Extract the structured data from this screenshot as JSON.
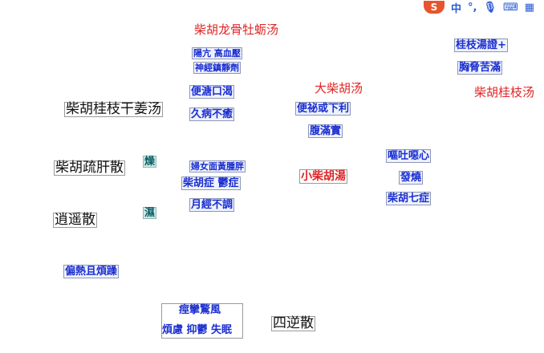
{
  "diagram": {
    "nodes": {
      "chaihu_longgu": "柴胡龙骨牡蛎汤",
      "yangkang": "陽亢 高血壓",
      "shenjing": "神經鎮靜劑",
      "biantang": "便溏口渴",
      "jiubing": "久病不癒",
      "chaihu_guizhi_ganjiang": "柴胡桂枝干姜汤",
      "dachaihu": "大柴胡汤",
      "bianmi": "便祕或下利",
      "fuman": "腹滿實",
      "guizhi_tang": "桂枝湯證+",
      "xiongxie": "胸脅苦滿",
      "chaihu_guizhi": "柴胡桂枝汤",
      "chaihu_shugan": "柴胡疏肝散",
      "zao": "燥",
      "funv": "婦女面黃腫胖",
      "chaihu_zheng": "柴胡症 鬱症",
      "xiaochaihu": "小柴胡湯",
      "outu": "嘔吐噁心",
      "fashao": "發燒",
      "chaihu_qi": "柴胡七症",
      "xiaoyao": "逍遥散",
      "shi": "濕",
      "yuejing": "月經不調",
      "pianre": "偏熱且煩躁",
      "jingluan": "痙攣驚風",
      "fanlv": "煩慮 抑鬱 失眠",
      "sini": "四逆散"
    }
  },
  "ime_toolbar": {
    "logo": "S",
    "lang": "中",
    "punct": "°,",
    "mic": "🎙",
    "keyboard": "⌨",
    "apps": "▦"
  },
  "colors": {
    "red": "#e02424",
    "blue": "#1b2ecf",
    "teal": "#0b5e68"
  }
}
